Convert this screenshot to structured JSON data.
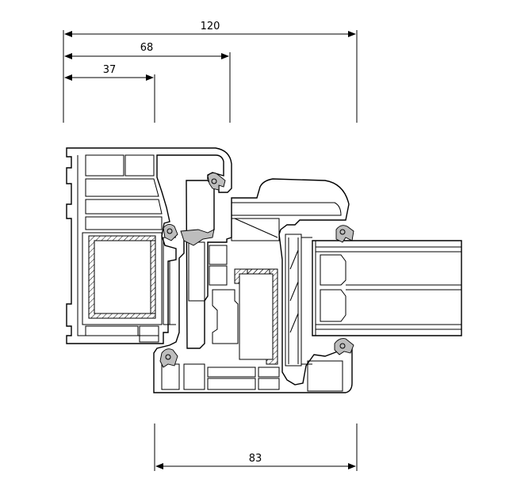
{
  "dimensions": {
    "overall_top": "120",
    "middle_top": "68",
    "inner_top": "37",
    "bottom": "83"
  },
  "colors": {
    "line": "#000000",
    "seal": "#bdbdbd",
    "background": "#ffffff"
  }
}
